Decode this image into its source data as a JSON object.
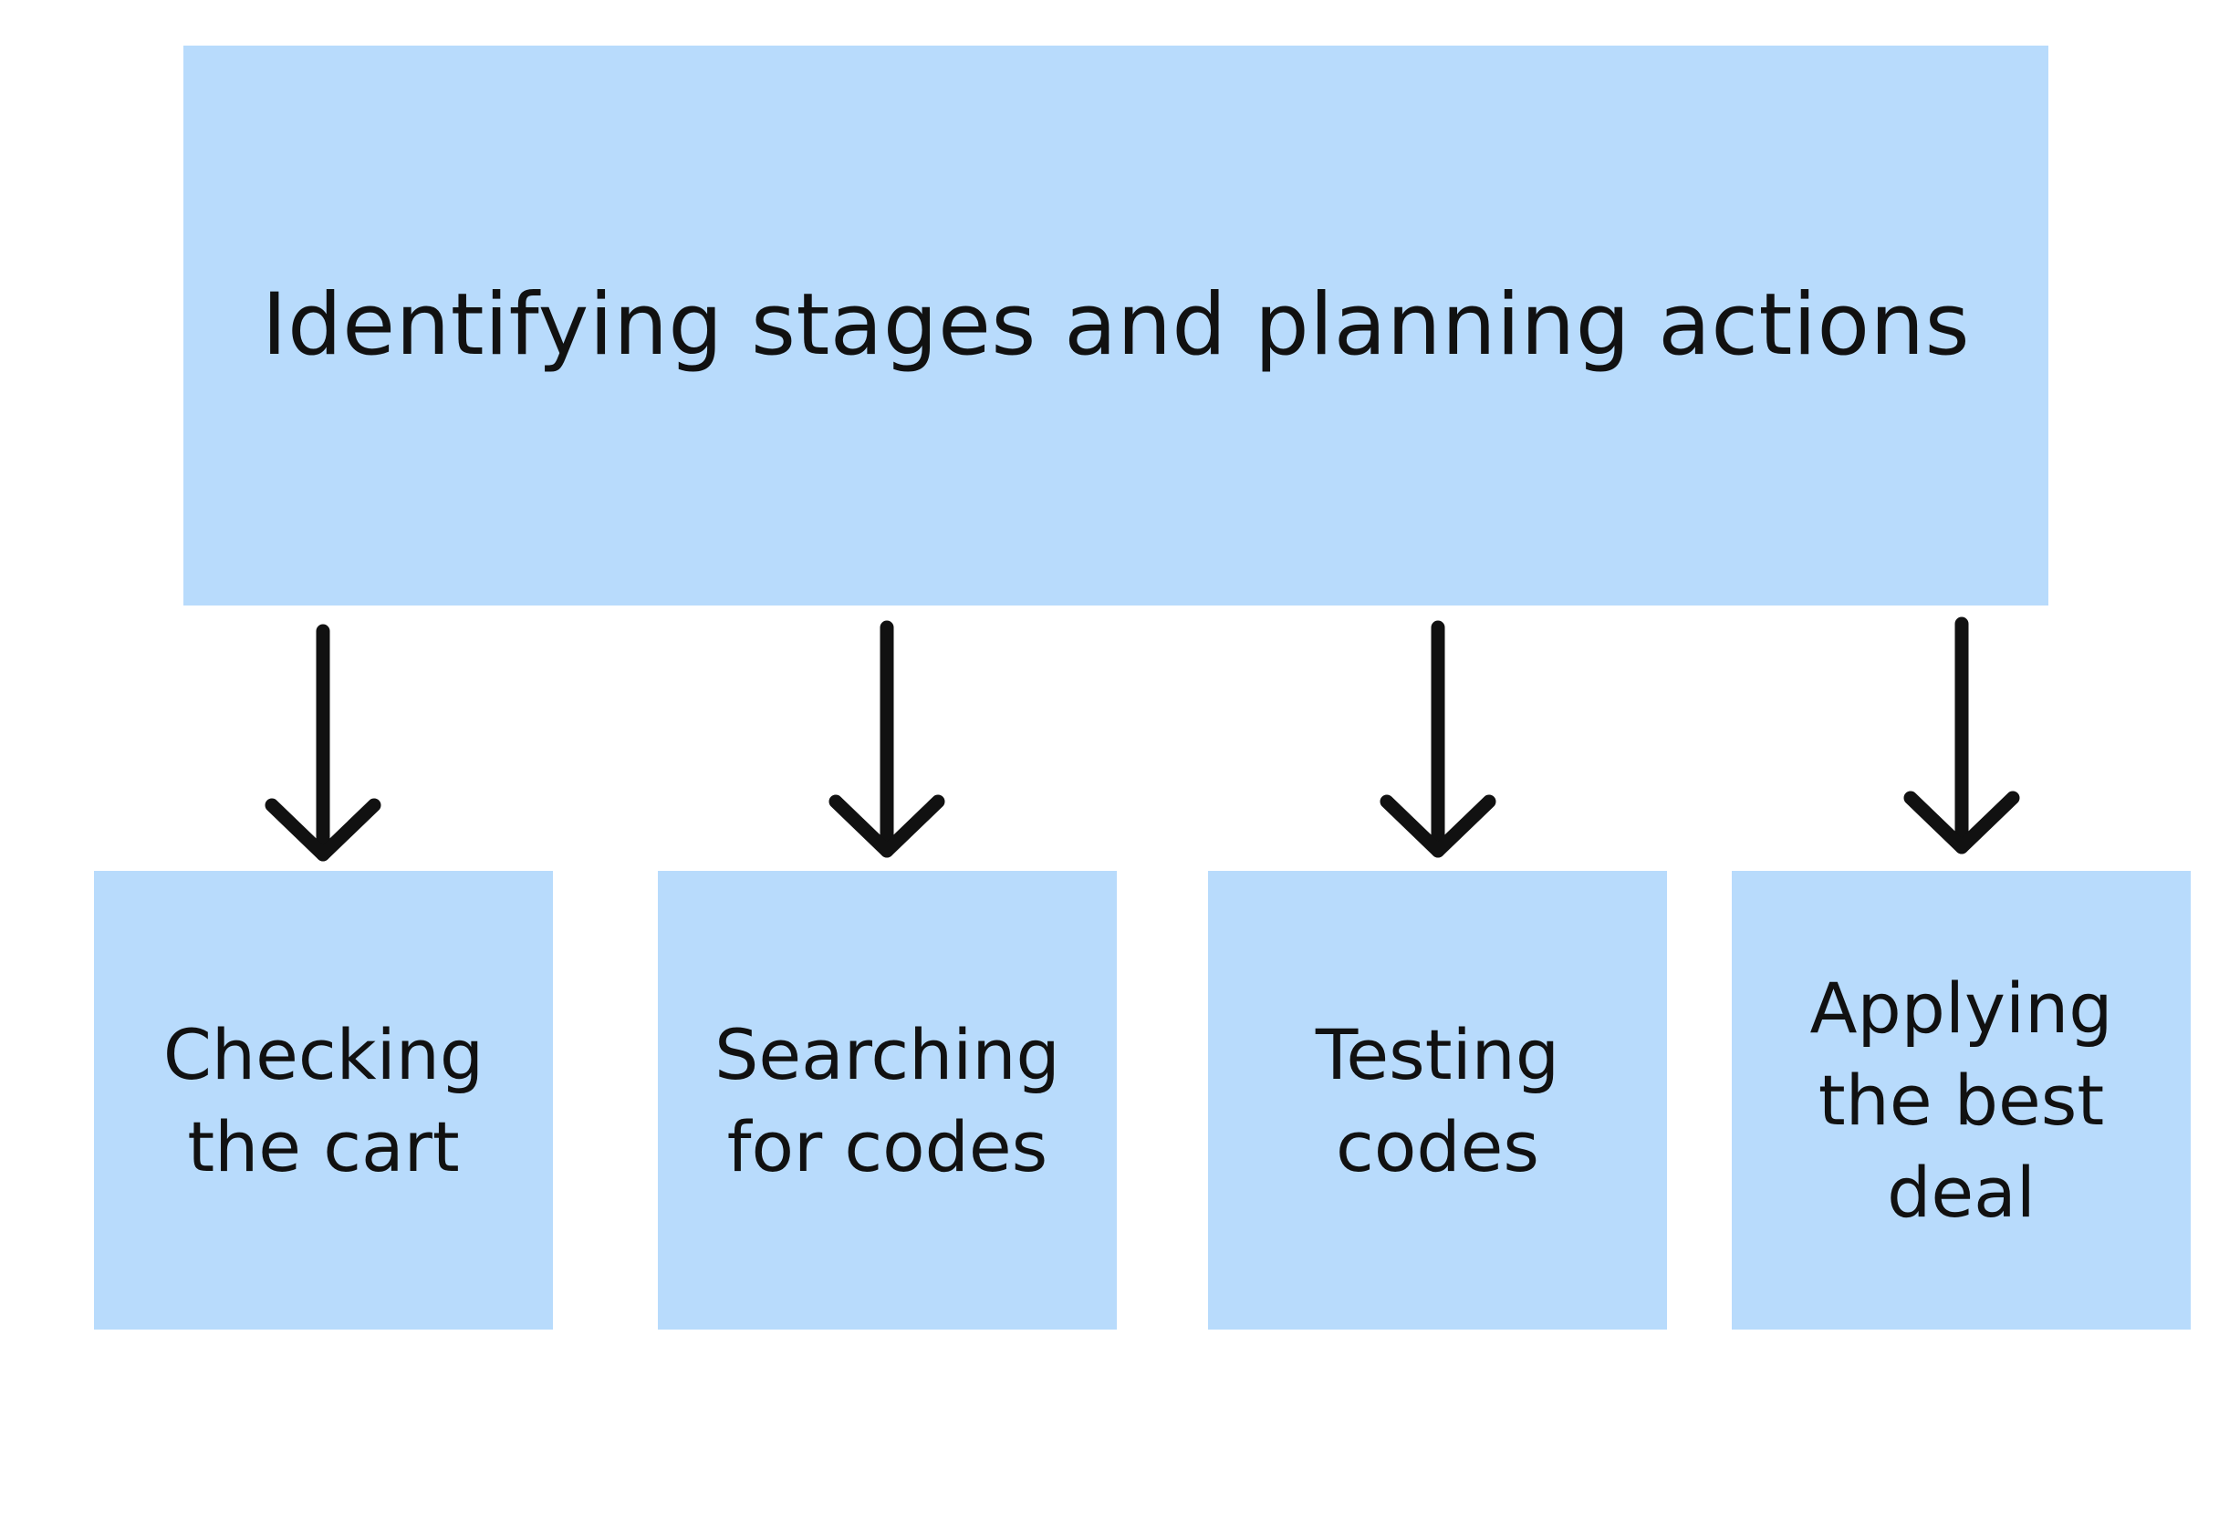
{
  "title_box": {
    "label": "Identifying stages and planning actions"
  },
  "steps": [
    {
      "label": "Checking the cart"
    },
    {
      "label": "Searching for codes"
    },
    {
      "label": "Testing codes"
    },
    {
      "label": "Applying the best deal"
    }
  ],
  "colors": {
    "box_fill": "#b8dbfc",
    "arrow": "#111111",
    "text": "#111111"
  }
}
